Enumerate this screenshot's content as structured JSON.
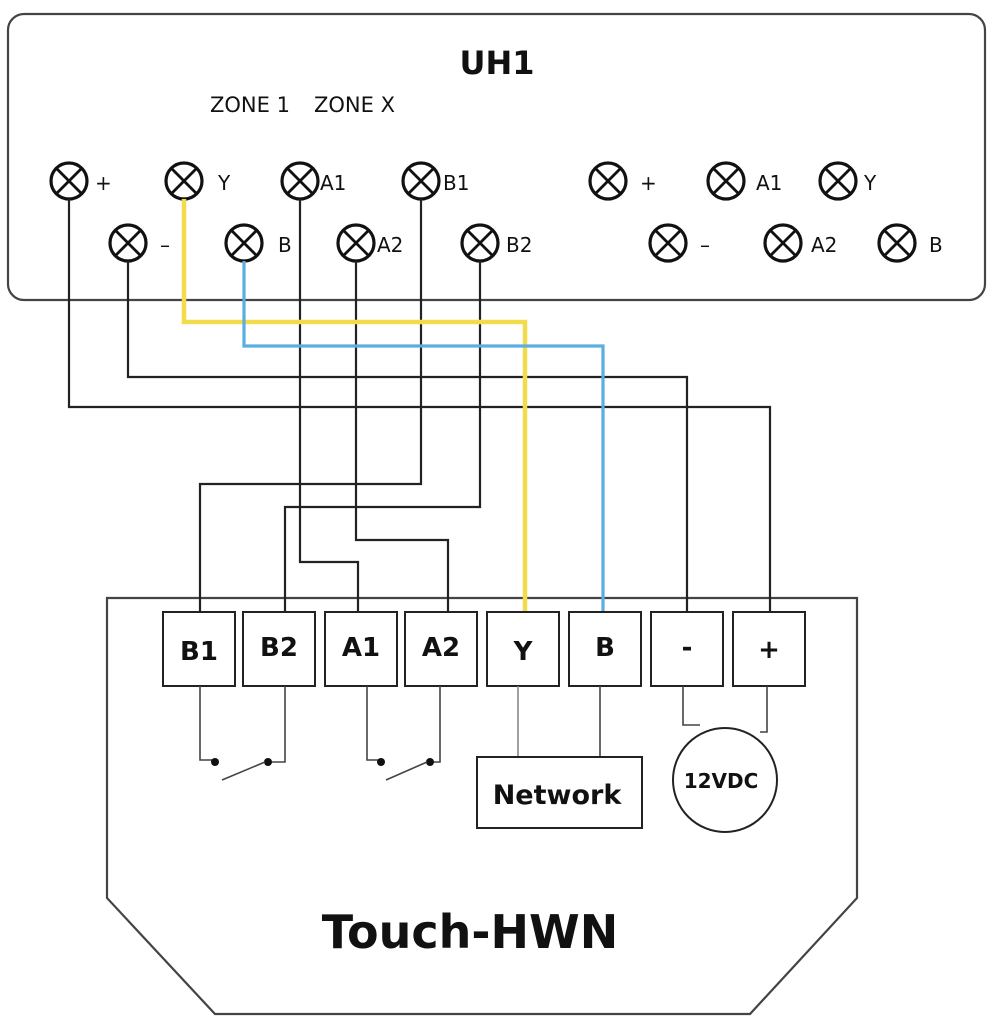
{
  "uh1": {
    "title": "UH1",
    "zone_labels": [
      "ZONE 1",
      "ZONE X"
    ],
    "zone1_terminals": [
      "+",
      "Y",
      "A1",
      "B1",
      "–",
      "B",
      "A2",
      "B2"
    ],
    "zonex_terminals": [
      "+",
      "A1",
      "Y",
      "–",
      "A2",
      "B"
    ]
  },
  "device": {
    "title": "Touch-HWN",
    "terminals": [
      "B1",
      "B2",
      "A1",
      "A2",
      "Y",
      "B",
      "-",
      "+"
    ],
    "network_label": "Network",
    "power_label": "12VDC"
  },
  "colors": {
    "y_wire": "#f2dc4e",
    "b_wire": "#5aaee0",
    "wire": "#222222"
  }
}
